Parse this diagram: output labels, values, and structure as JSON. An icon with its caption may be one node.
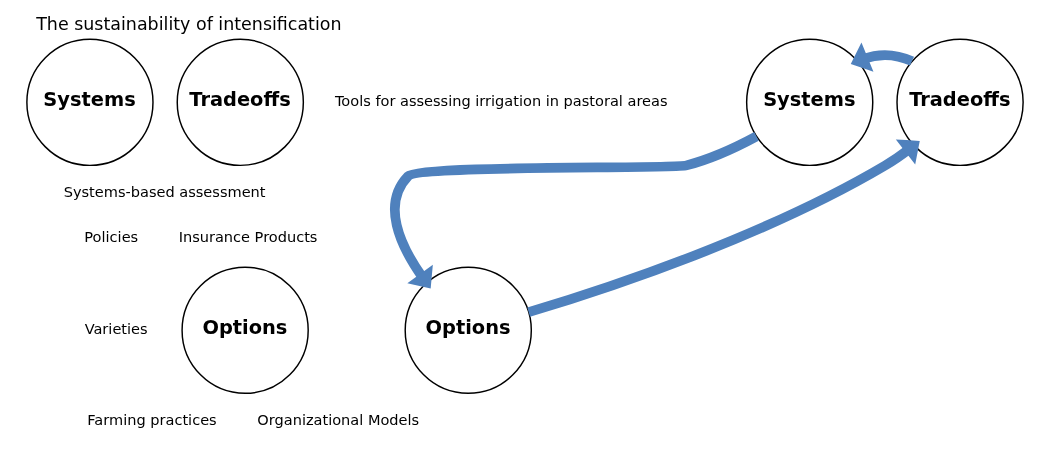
{
  "diagram": {
    "title": "The sustainability of intensification",
    "nodes": [
      {
        "text": [
          "Systems"
        ],
        "beside": [
          "Systems-based assessment"
        ]
      },
      {
        "text": [
          "Tradeoffs"
        ],
        "beside": [
          "Tools for assessing irrigation in pastoral areas"
        ]
      },
      {
        "text": [
          "Options"
        ],
        "beside": [
          "Policies",
          "Varieties",
          "Farming practices",
          "Insurance Products",
          "Organizational Models"
        ]
      },
      {
        "text": [
          "Systems"
        ]
      },
      {
        "text": [
          "Tradeoffs"
        ]
      },
      {
        "text": [
          "Options"
        ]
      }
    ],
    "edges": [
      {
        "from": 4,
        "to": 3,
        "arrow": "to"
      },
      {
        "from": 3,
        "to": 5,
        "arrow": "to"
      },
      {
        "from": 5,
        "to": 4,
        "arrow": "to"
      }
    ]
  }
}
